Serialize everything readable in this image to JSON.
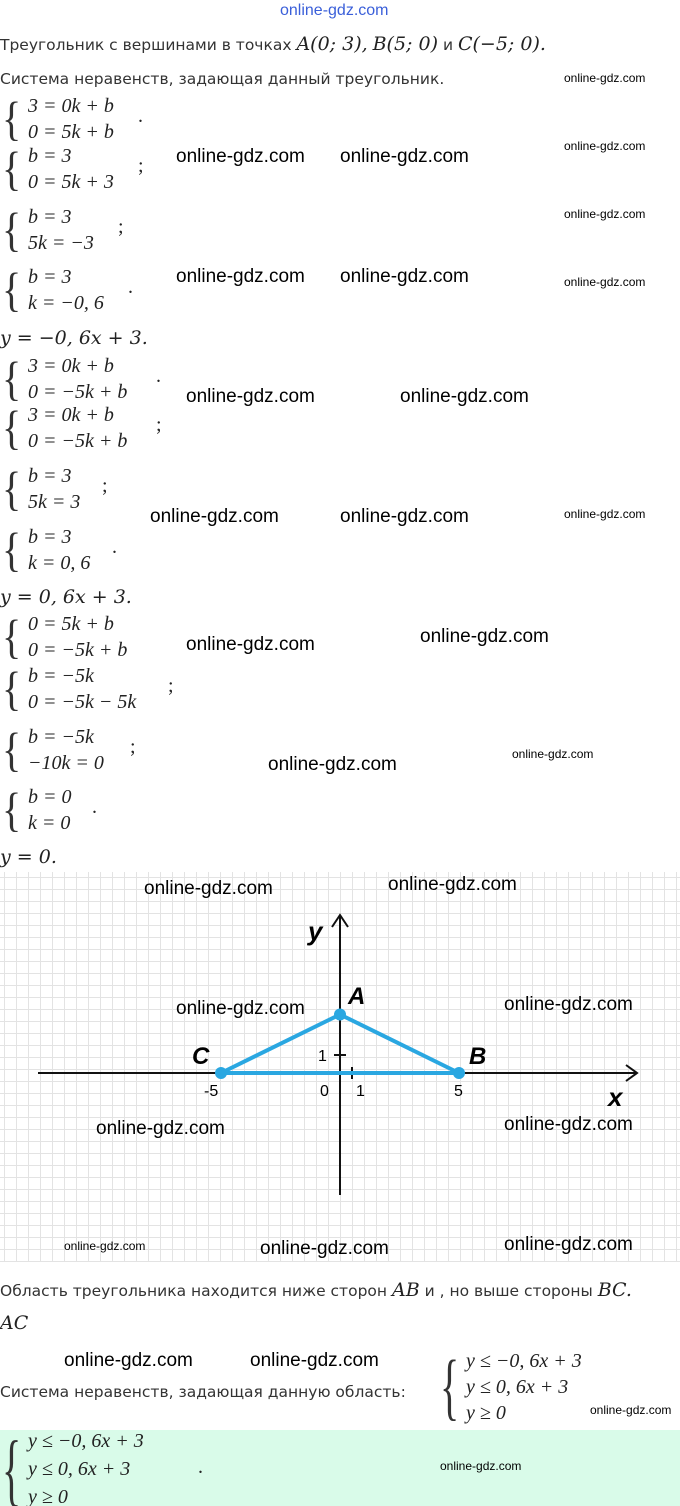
{
  "header_watermark": "online-gdz.com",
  "intro": {
    "text": "Треугольник с вершинами в точках",
    "a": "A(0; 3),",
    "b": "B(5; 0)",
    "and": "и",
    "c": "C(−5; 0)."
  },
  "system_heading": "Система неравенств, задающая данный треугольник.",
  "systems": [
    {
      "lines": [
        "3 = 0k + b",
        "0 = 5k + b"
      ],
      "punct": "."
    },
    {
      "lines": [
        "b = 3",
        "0 = 5k + 3"
      ],
      "punct": ";"
    },
    {
      "lines": [
        "b = 3",
        "5k = −3"
      ],
      "punct": ";"
    },
    {
      "lines": [
        "b = 3",
        "k = −0, 6"
      ],
      "punct": "."
    },
    {
      "lines": [
        "3 = 0k + b",
        "0 = −5k + b"
      ],
      "punct": "."
    },
    {
      "lines": [
        "3 = 0k + b",
        "0 = −5k + b"
      ],
      "punct": ";"
    },
    {
      "lines": [
        "b = 3",
        "5k = 3"
      ],
      "punct": ";"
    },
    {
      "lines": [
        "b = 3",
        "k = 0, 6"
      ],
      "punct": "."
    },
    {
      "lines": [
        "0 = 5k + b",
        "0 = −5k + b"
      ],
      "punct": ""
    },
    {
      "lines": [
        "b = −5k",
        "0 = −5k − 5k"
      ],
      "punct": ";"
    },
    {
      "lines": [
        "b = −5k",
        "−10k = 0"
      ],
      "punct": ";"
    },
    {
      "lines": [
        "b = 0",
        "k = 0"
      ],
      "punct": "."
    }
  ],
  "results": [
    "y = −0, 6x + 3.",
    "y = 0, 6x + 3.",
    "y = 0."
  ],
  "graph": {
    "y_label": "y",
    "x_label": "x",
    "A": "A",
    "B": "B",
    "C": "C",
    "tick_1y": "1",
    "tick_0": "0",
    "tick_1x": "1",
    "tick_5": "5",
    "tick_m5": "-5",
    "line_color": "#2aa7e1",
    "points": {
      "A": [
        0,
        3
      ],
      "B": [
        5,
        0
      ],
      "C": [
        -5,
        0
      ]
    }
  },
  "region_text": {
    "text": "Область треугольника находится ниже сторон",
    "ab": "AB",
    "and": "и , но выше стороны",
    "bc": "BC.",
    "ac": "AC"
  },
  "region_heading": "Система неравенств, задающая данную область:",
  "region_system": [
    "y ≤ −0, 6x + 3",
    "y ≤ 0, 6x + 3",
    "y ≥ 0"
  ],
  "answer": {
    "lines": [
      "y ≤ −0, 6x + 3",
      "y ≤ 0, 6x + 3",
      "y ≥ 0"
    ],
    "punct": "."
  },
  "watermarks": [
    "online-gdz.com",
    "online-gdz.com",
    "online-gdz.com",
    "online-gdz.com",
    "online-gdz.com",
    "online-gdz.com",
    "online-gdz.com",
    "online-gdz.com",
    "online-gdz.com",
    "online-gdz.com",
    "online-gdz.com",
    "online-gdz.com",
    "online-gdz.com",
    "online-gdz.com",
    "online-gdz.com",
    "online-gdz.com",
    "online-gdz.com",
    "online-gdz.com",
    "online-gdz.com",
    "online-gdz.com",
    "online-gdz.com",
    "online-gdz.com",
    "online-gdz.com",
    "online-gdz.com",
    "online-gdz.com",
    "online-gdz.com",
    "online-gdz.com",
    "online-gdz.com",
    "online-gdz.com",
    "online-gdz.com"
  ]
}
